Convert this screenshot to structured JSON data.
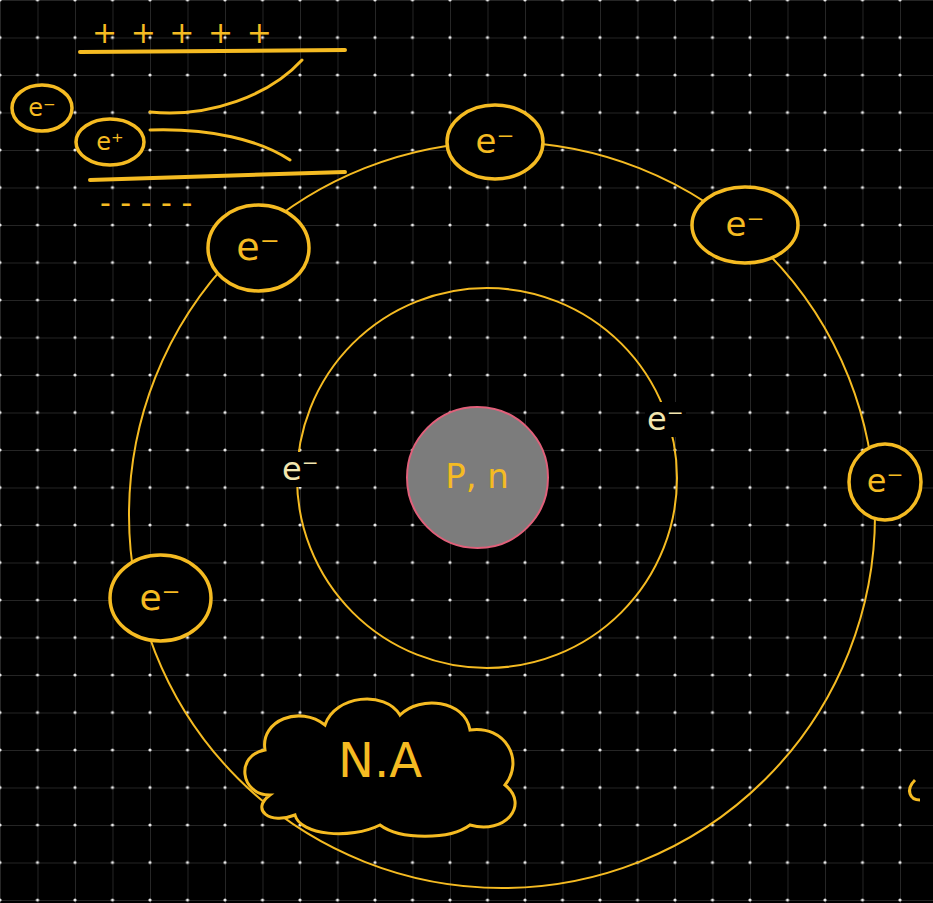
{
  "diagram": {
    "nodes": [
      {
        "text": [
          "e⁻"
        ]
      },
      {
        "text": [
          "e⁺"
        ]
      },
      {
        "text": [
          "e⁻"
        ]
      },
      {
        "text": [
          "e⁻"
        ]
      },
      {
        "text": [
          "e⁻"
        ]
      },
      {
        "text": [
          "P, n"
        ]
      },
      {
        "text": [
          "e⁻"
        ]
      },
      {
        "text": [
          "e⁻"
        ]
      },
      {
        "text": [
          "N.A"
        ]
      }
    ],
    "labels": [
      "+ + + + +",
      "- - - - -",
      "e⁻",
      "e⁻"
    ]
  }
}
